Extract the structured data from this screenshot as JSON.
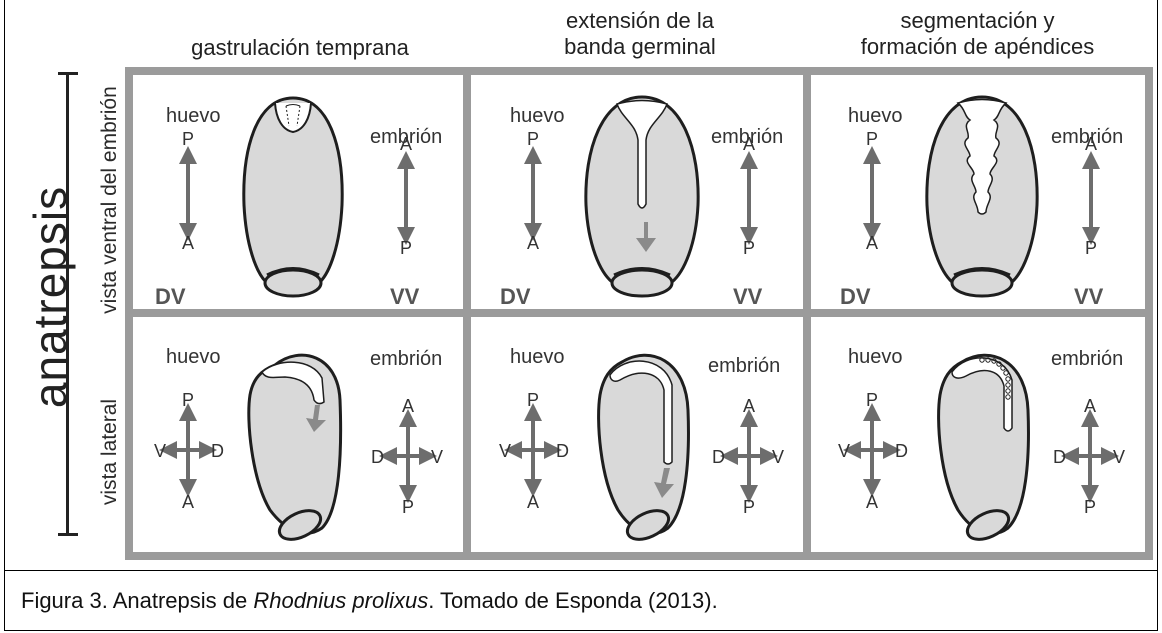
{
  "columns": [
    {
      "line1": "gastrulación temprana",
      "line2": ""
    },
    {
      "line1": "extensión de la",
      "line2": "banda germinal"
    },
    {
      "line1": "segmentación y",
      "line2": "formación de apéndices"
    }
  ],
  "main_label": "anatrepsis",
  "rows": [
    "vista ventral del embrión",
    "vista lateral"
  ],
  "labels": {
    "egg": "huevo",
    "embryo": "embrión",
    "dv": "DV",
    "vv": "VV",
    "P": "P",
    "A": "A",
    "D": "D",
    "V": "V"
  },
  "caption": {
    "prefix": "Figura 3. Anatrepsis de ",
    "species": "Rhodnius prolixus",
    "suffix": ". Tomado de Esponda (2013)."
  },
  "colors": {
    "panel_border": "#9b9b9b",
    "egg_fill": "#d9d9d9",
    "arrow": "#6d6d6d",
    "outline": "#1e1e1e"
  }
}
